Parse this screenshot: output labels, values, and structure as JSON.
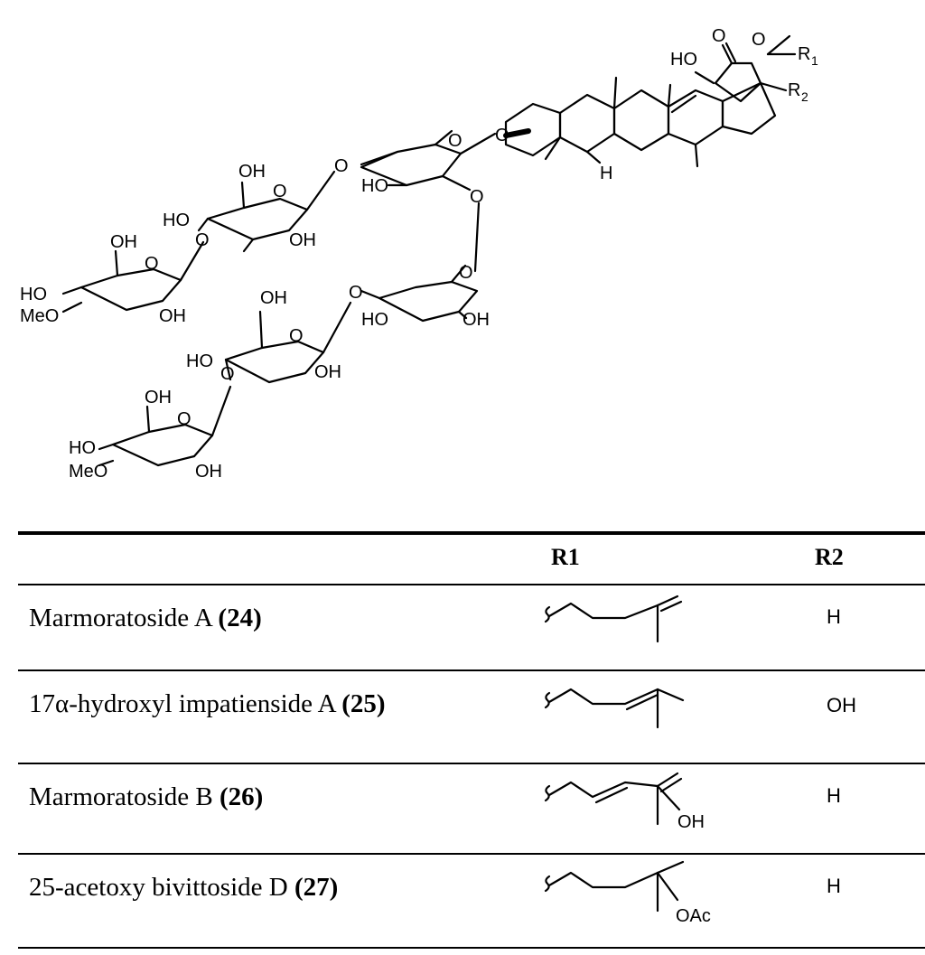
{
  "structure": {
    "labels": {
      "ho_top": "HO",
      "o_lactone": "O",
      "o_lactone_ring": "O",
      "r1": "R",
      "r1_sub": "1",
      "r2": "R",
      "r2_sub": "2",
      "h_ring": "H",
      "o_glyco": "O",
      "o_link1": "O",
      "ho_sugar1": "HO",
      "o_sugar1_ring": "O",
      "o_link2": "O",
      "oh_sugar2_top": "OH",
      "ho_sugar2": "HO",
      "o_sugar2_ring": "O",
      "oh_sugar2": "OH",
      "o_link3": "O",
      "oh_sugar3_top": "OH",
      "o_sugar3_ring": "O",
      "ho_sugar3": "HO",
      "meo_sugar3": "MeO",
      "oh_sugar3": "OH",
      "o_sugar4_ring": "O",
      "o_link4": "O",
      "ho_sugar4": "HO",
      "oh_sugar4": "OH",
      "oh_sugar5_top": "OH",
      "o_sugar5_ring": "O",
      "ho_sugar5": "HO",
      "oh_sugar5": "OH",
      "o_link5": "O",
      "oh_sugar6_top": "OH",
      "o_sugar6_ring": "O",
      "ho_sugar6": "HO",
      "meo_sugar6": "MeO",
      "oh_sugar6": "OH"
    }
  },
  "table": {
    "headers": {
      "r1": "R1",
      "r2": "R2"
    },
    "rows": [
      {
        "name": "Marmoratoside A ",
        "number": "(24)",
        "r2": "H",
        "chain": "marmoratoside-a"
      },
      {
        "name": "17α-hydroxyl impatienside A ",
        "number": "(25)",
        "r2": "OH",
        "chain": "impatienside"
      },
      {
        "name": "Marmoratoside B ",
        "number": "(26)",
        "r2": "H",
        "chain": "marmoratoside-b",
        "chain_label": "OH"
      },
      {
        "name": "25-acetoxy bivittoside D ",
        "number": "(27)",
        "r2": "H",
        "chain": "bivittoside",
        "chain_label": "OAc"
      }
    ]
  }
}
